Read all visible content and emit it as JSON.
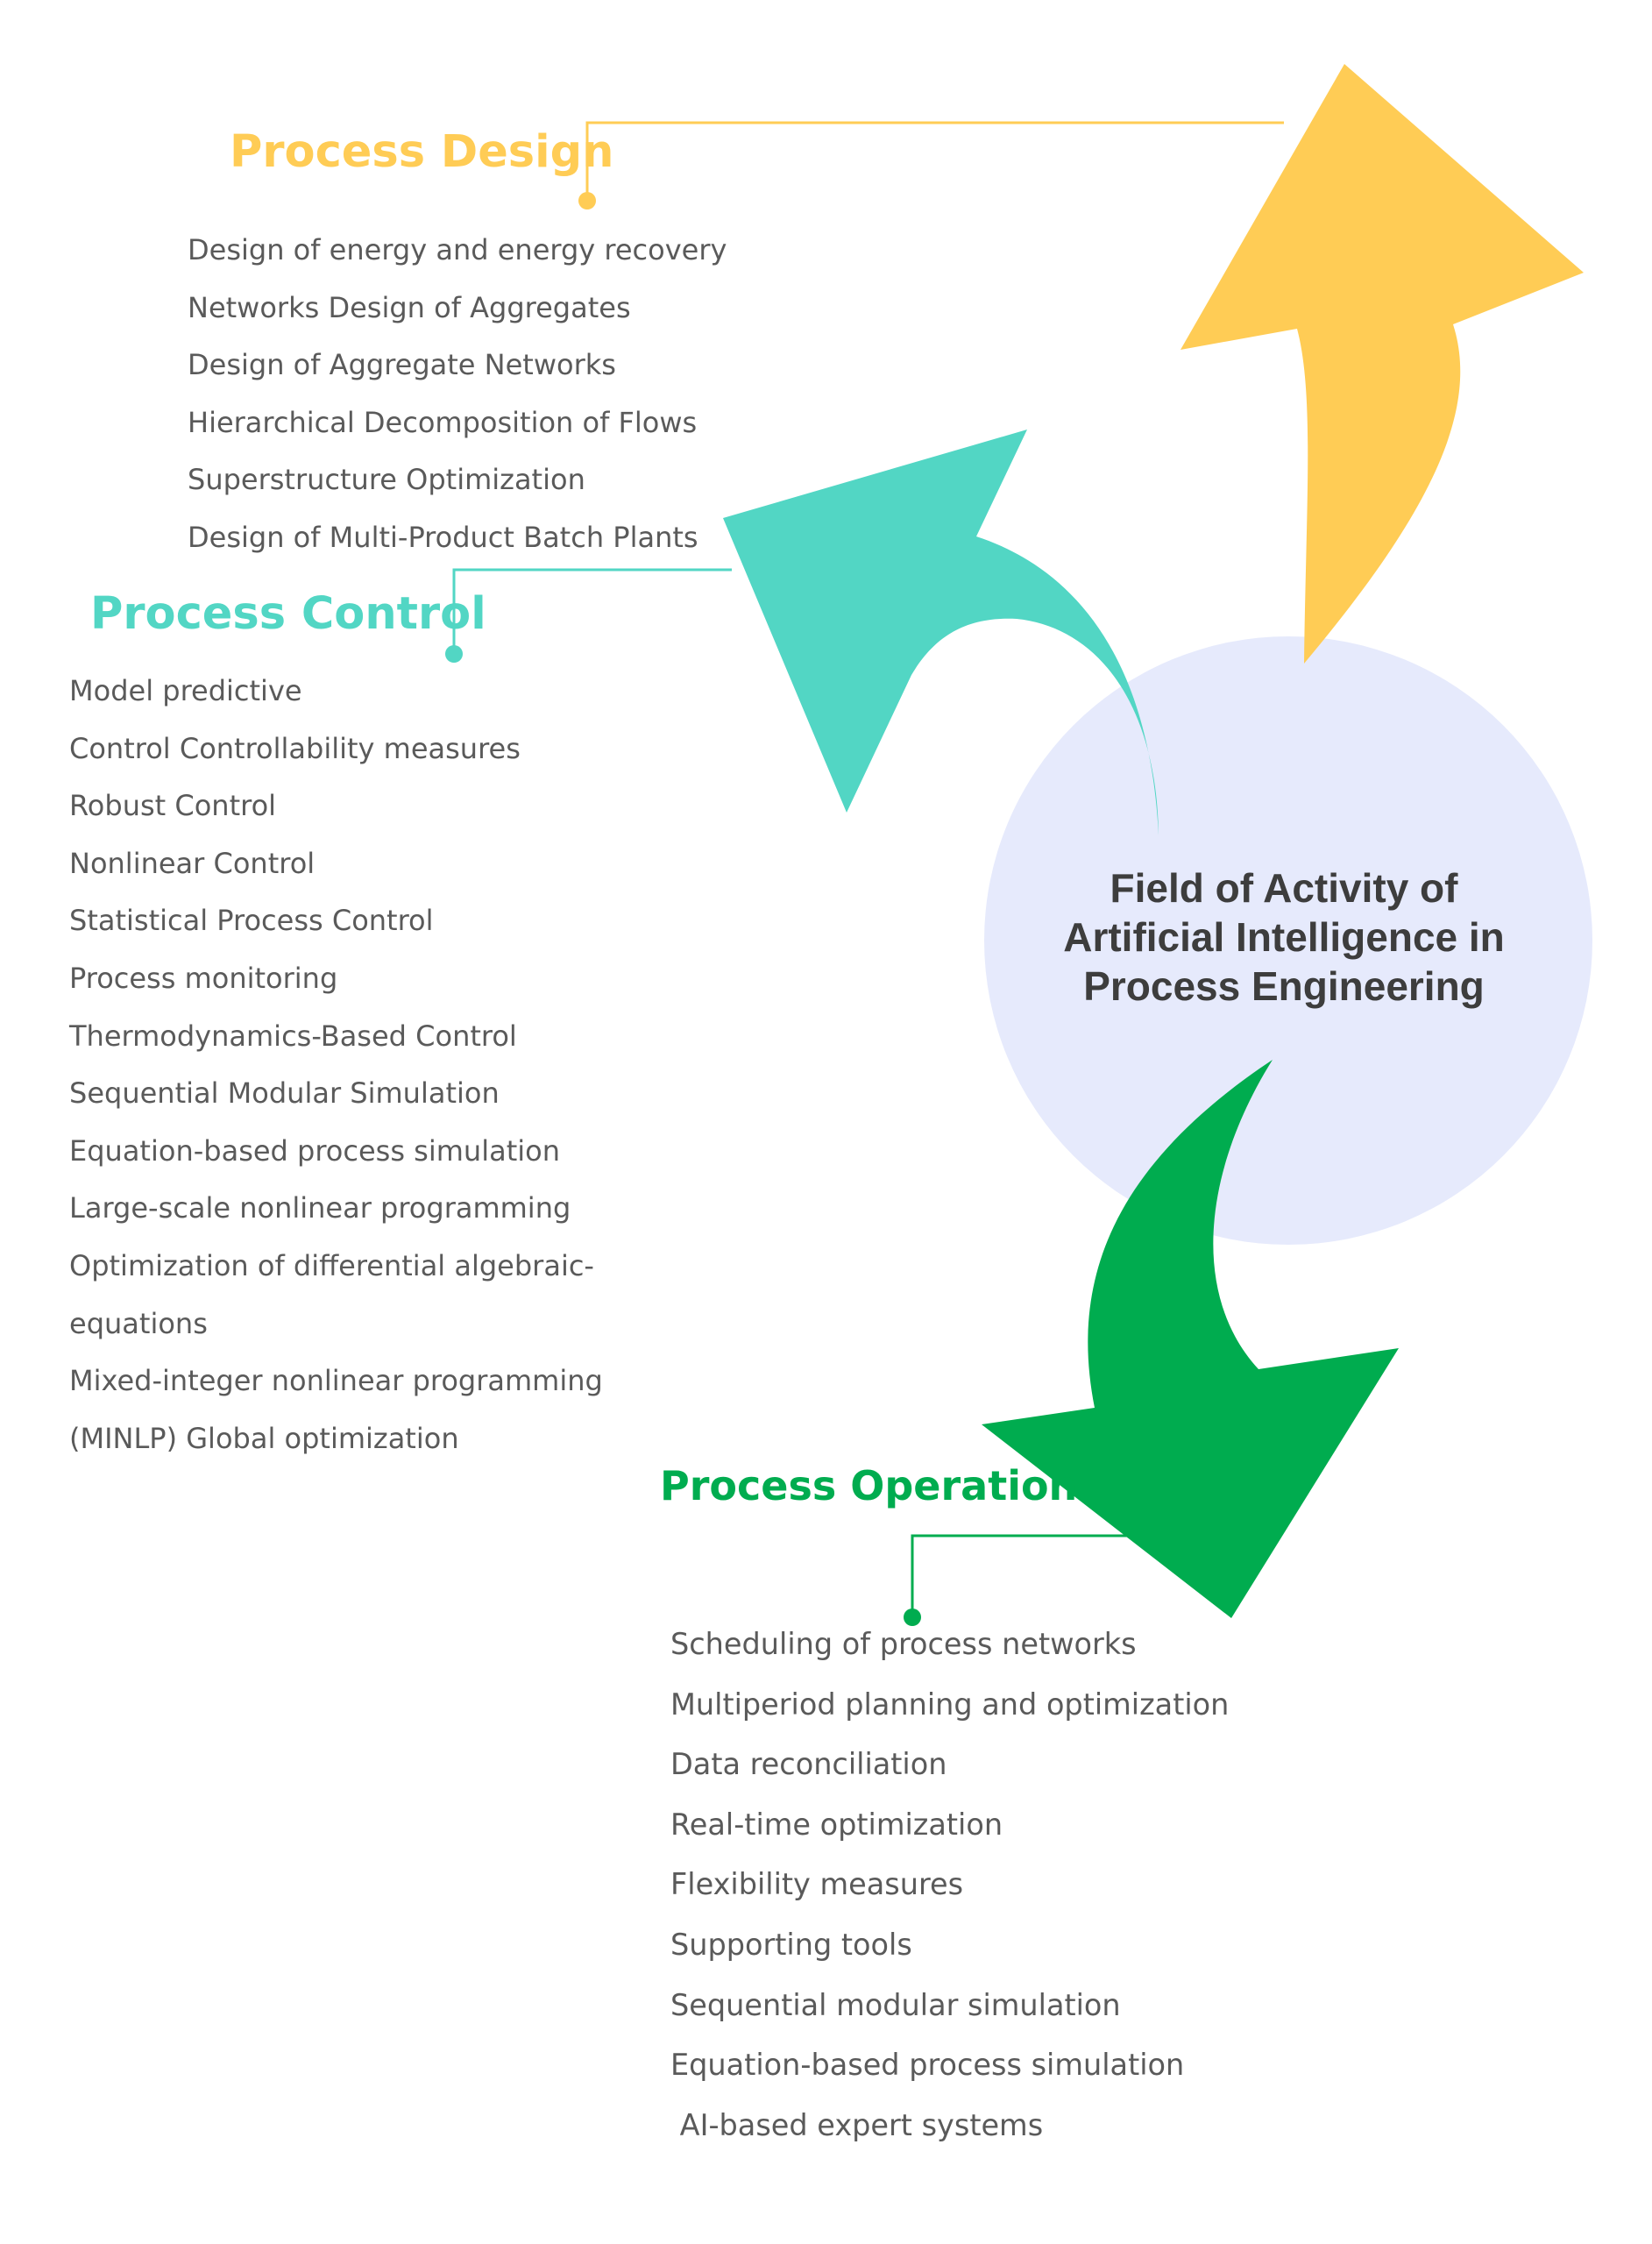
{
  "colors": {
    "design": "#FFCC55",
    "control": "#52D6C4",
    "operation": "#00AC4F",
    "circle": "#E6EAFC",
    "text": "#5a5a5a",
    "title": "#3d3d3d"
  },
  "center": {
    "lines": [
      "Field of  Activity of",
      "Artificial Intelligence in",
      "Process Engineering"
    ]
  },
  "design": {
    "heading": "Process Design",
    "items": [
      "Design of energy and energy recovery",
      "Networks Design of Aggregates",
      "Design of Aggregate Networks",
      "Hierarchical Decomposition of Flows",
      "Superstructure Optimization",
      "Design of Multi-Product Batch Plants"
    ]
  },
  "control": {
    "heading": "Process Control",
    "items": [
      "Model predictive",
      "Control Controllability measures",
      "Robust Control",
      "Nonlinear Control",
      "Statistical Process Control",
      "Process monitoring",
      "Thermodynamics-Based Control",
      "Sequential Modular Simulation",
      "Equation-based process simulation",
      "Large-scale nonlinear programming",
      "Optimization of differential algebraic-",
      "equations",
      "Mixed-integer nonlinear programming",
      "(MINLP) Global optimization"
    ]
  },
  "operation": {
    "heading": "Process Operation",
    "items": [
      "Scheduling of process networks",
      "Multiperiod planning and optimization",
      "Data reconciliation",
      "Real-time optimization",
      "Flexibility measures",
      "Supporting tools",
      "Sequential modular simulation",
      "Equation-based process simulation",
      " AI-based expert systems"
    ]
  }
}
